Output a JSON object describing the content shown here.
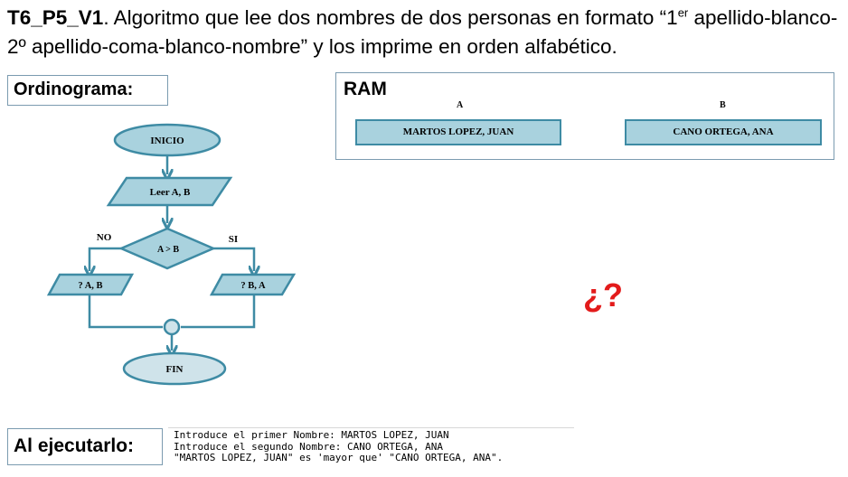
{
  "header": {
    "code": "T6_P5_V1",
    "text_before_sup": ". Algoritmo que lee dos nombres de dos personas en formato “1",
    "sup": "er",
    "text_after_sup": " apellido-blanco-2º apellido-coma-blanco-nombre” y los imprime en orden alfabético."
  },
  "labels": {
    "ordinograma": "Ordinograma:",
    "ejecutar": "Al ejecutarlo:"
  },
  "ram": {
    "title": "RAM",
    "vars": [
      {
        "name": "A",
        "value": "MARTOS LOPEZ, JUAN"
      },
      {
        "name": "B",
        "value": "CANO ORTEGA,  ANA"
      }
    ]
  },
  "flowchart": {
    "start": "INICIO",
    "read": "Leer  A, B",
    "decision": "A > B",
    "no": "NO",
    "yes": "SI",
    "out_no": "? A, B",
    "out_yes": "? B, A",
    "end": "FIN",
    "fill": "#a9d2de",
    "end_fill": "#cfe3ea",
    "stroke": "#3e8ba4"
  },
  "question": "¿?",
  "console": {
    "lines": [
      "Introduce el primer Nombre: MARTOS LOPEZ, JUAN",
      "Introduce el segundo Nombre: CANO ORTEGA, ANA",
      "\"MARTOS LOPEZ, JUAN\" es 'mayor que' \"CANO ORTEGA, ANA\"."
    ]
  }
}
